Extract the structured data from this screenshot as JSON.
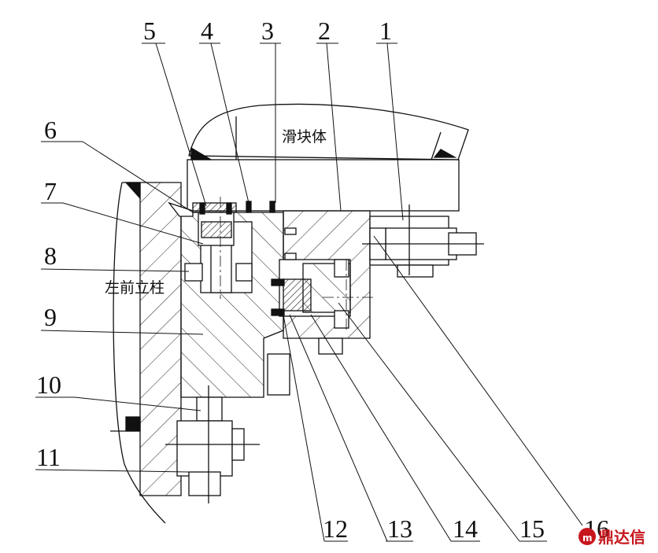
{
  "labels": {
    "slider_body": "滑块体",
    "left_front_column": "左前立柱"
  },
  "callouts": {
    "c1": "1",
    "c2": "2",
    "c3": "3",
    "c4": "4",
    "c5": "5",
    "c6": "6",
    "c7": "7",
    "c8": "8",
    "c9": "9",
    "c10": "10",
    "c11": "11",
    "c12": "12",
    "c13": "13",
    "c14": "14",
    "c15": "15",
    "c16": "16"
  },
  "watermark": {
    "text": "鼎达信",
    "color": "#c8161d"
  },
  "colors": {
    "line": "#111111",
    "hatch": "#222222",
    "background": "#ffffff"
  }
}
